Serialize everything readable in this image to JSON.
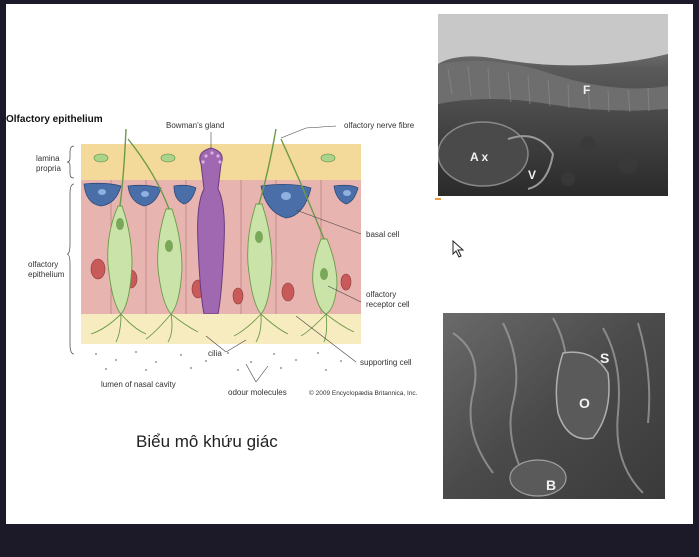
{
  "diagram": {
    "title": "Olfactory epithelium",
    "labels": {
      "lamina_propria_1": "lamina",
      "lamina_propria_2": "propria",
      "olfactory_epithelium_1": "olfactory",
      "olfactory_epithelium_2": "epithelium",
      "bowmans_gland": "Bowman's gland",
      "olfactory_nerve_fibre": "olfactory nerve fibre",
      "basal_cell": "basal cell",
      "receptor_cell_1": "olfactory",
      "receptor_cell_2": "receptor cell",
      "supporting_cell": "supporting cell",
      "cilia": "cilia",
      "lumen": "lumen of nasal cavity",
      "odour_molecules": "odour molecules",
      "copyright": "© 2009 Encyclopædia Britannica, Inc."
    }
  },
  "caption": "Biểu mô khứu giác",
  "micrograph_top": {
    "labels": [
      "F",
      "A x",
      "V"
    ]
  },
  "micrograph_bottom": {
    "labels": [
      "S",
      "O",
      "B"
    ]
  },
  "colors": {
    "background": "#ffffff",
    "frame": "#1c1a28",
    "lamina": "#f3d99a",
    "epithelium": "#e8b4b0",
    "basal": "#4a6fa8",
    "receptor": "#c9e3a8",
    "gland": "#a068b0"
  }
}
